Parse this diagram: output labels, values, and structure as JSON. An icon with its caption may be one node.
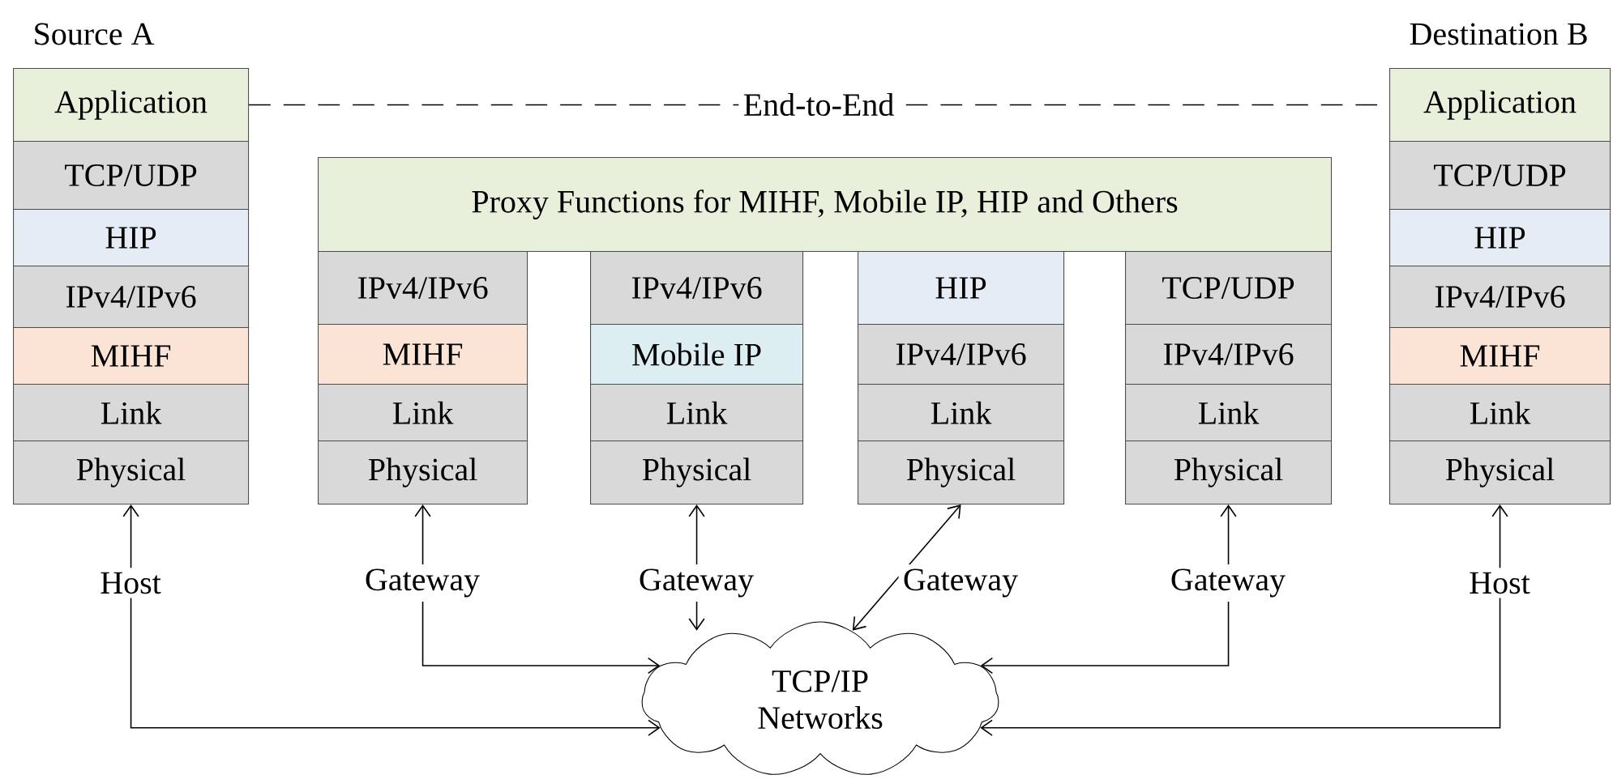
{
  "diagram": {
    "nodes": [
      {
        "text": [
          "Application"
        ],
        "beside": [
          "Source A"
        ]
      },
      {
        "text": [
          "TCP/UDP"
        ]
      },
      {
        "text": [
          "HIP"
        ]
      },
      {
        "text": [
          "IPv4/IPv6"
        ]
      },
      {
        "text": [
          "MIHF"
        ]
      },
      {
        "text": [
          "Link"
        ]
      },
      {
        "text": [
          "Physical"
        ]
      },
      {
        "text": [
          "Proxy Functions for MIHF, Mobile IP, HIP and Others"
        ]
      },
      {
        "text": [
          "IPv4/IPv6"
        ]
      },
      {
        "text": [
          "MIHF"
        ]
      },
      {
        "text": [
          "Link"
        ]
      },
      {
        "text": [
          "Physical"
        ]
      },
      {
        "text": [
          "IPv4/IPv6"
        ]
      },
      {
        "text": [
          "Mobile IP"
        ]
      },
      {
        "text": [
          "Link"
        ]
      },
      {
        "text": [
          "Physical"
        ]
      },
      {
        "text": [
          "HIP"
        ]
      },
      {
        "text": [
          "IPv4/IPv6"
        ]
      },
      {
        "text": [
          "Link"
        ]
      },
      {
        "text": [
          "Physical"
        ]
      },
      {
        "text": [
          "TCP/UDP"
        ]
      },
      {
        "text": [
          "IPv4/IPv6"
        ]
      },
      {
        "text": [
          "Link"
        ]
      },
      {
        "text": [
          "Physical"
        ]
      },
      {
        "text": [
          "Application"
        ],
        "beside": [
          "Destination B"
        ]
      },
      {
        "text": [
          "TCP/UDP"
        ]
      },
      {
        "text": [
          "HIP"
        ]
      },
      {
        "text": [
          "IPv4/IPv6"
        ]
      },
      {
        "text": [
          "MIHF"
        ]
      },
      {
        "text": [
          "Link"
        ]
      },
      {
        "text": [
          "Physical"
        ]
      },
      {
        "text": [
          "TCP/IP Networks"
        ]
      }
    ],
    "edges": [
      {
        "from": 0,
        "to": 24,
        "arrow": "none",
        "style": "dashed",
        "label": "End-to-End"
      },
      {
        "from": 6,
        "to": 31,
        "arrow": "both",
        "label": "Host"
      },
      {
        "from": 11,
        "to": 31,
        "arrow": "both",
        "label": "Gateway"
      },
      {
        "from": 15,
        "to": 31,
        "arrow": "both",
        "label": "Gateway"
      },
      {
        "from": 19,
        "to": 31,
        "arrow": "both",
        "label": "Gateway"
      },
      {
        "from": 23,
        "to": 31,
        "arrow": "both",
        "label": "Gateway"
      },
      {
        "from": 30,
        "to": 31,
        "arrow": "both",
        "label": "Host"
      }
    ]
  }
}
